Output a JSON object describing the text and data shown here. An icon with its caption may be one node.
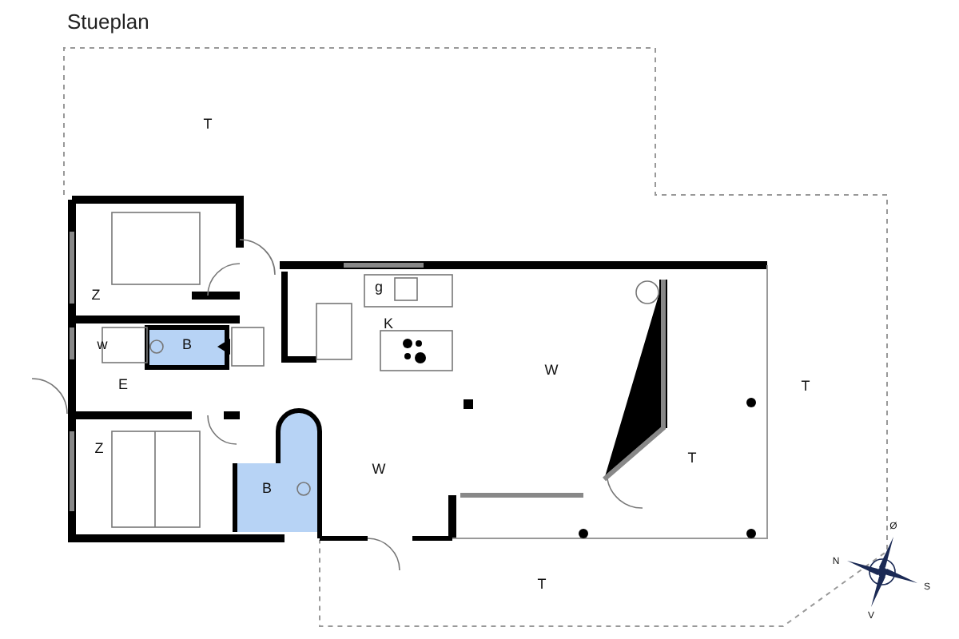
{
  "diagram": {
    "title": "Stueplan",
    "labels": [
      "T",
      "Z",
      "g",
      "K",
      "W",
      "B",
      "w",
      "E",
      "T",
      "T",
      "Z",
      "W",
      "B",
      "T",
      "Ø",
      "N",
      "S",
      "V"
    ]
  }
}
